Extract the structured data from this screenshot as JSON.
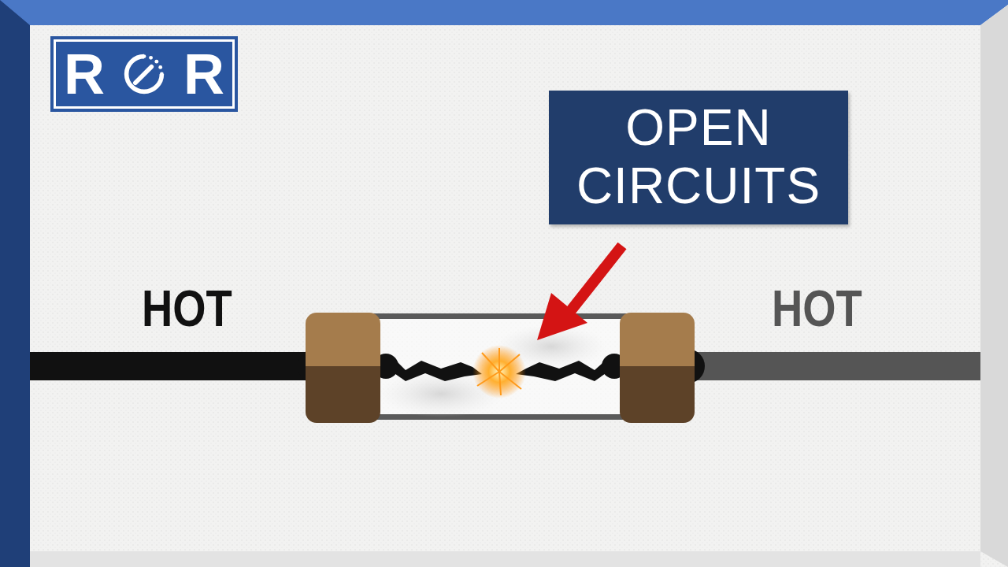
{
  "diagram": {
    "nodes": [
      {
        "text": [
          "R",
          "R"
        ]
      },
      {
        "text": [
          "OPEN CIRCUITS"
        ]
      }
    ],
    "labels": [
      "HOT",
      "HOT"
    ]
  }
}
